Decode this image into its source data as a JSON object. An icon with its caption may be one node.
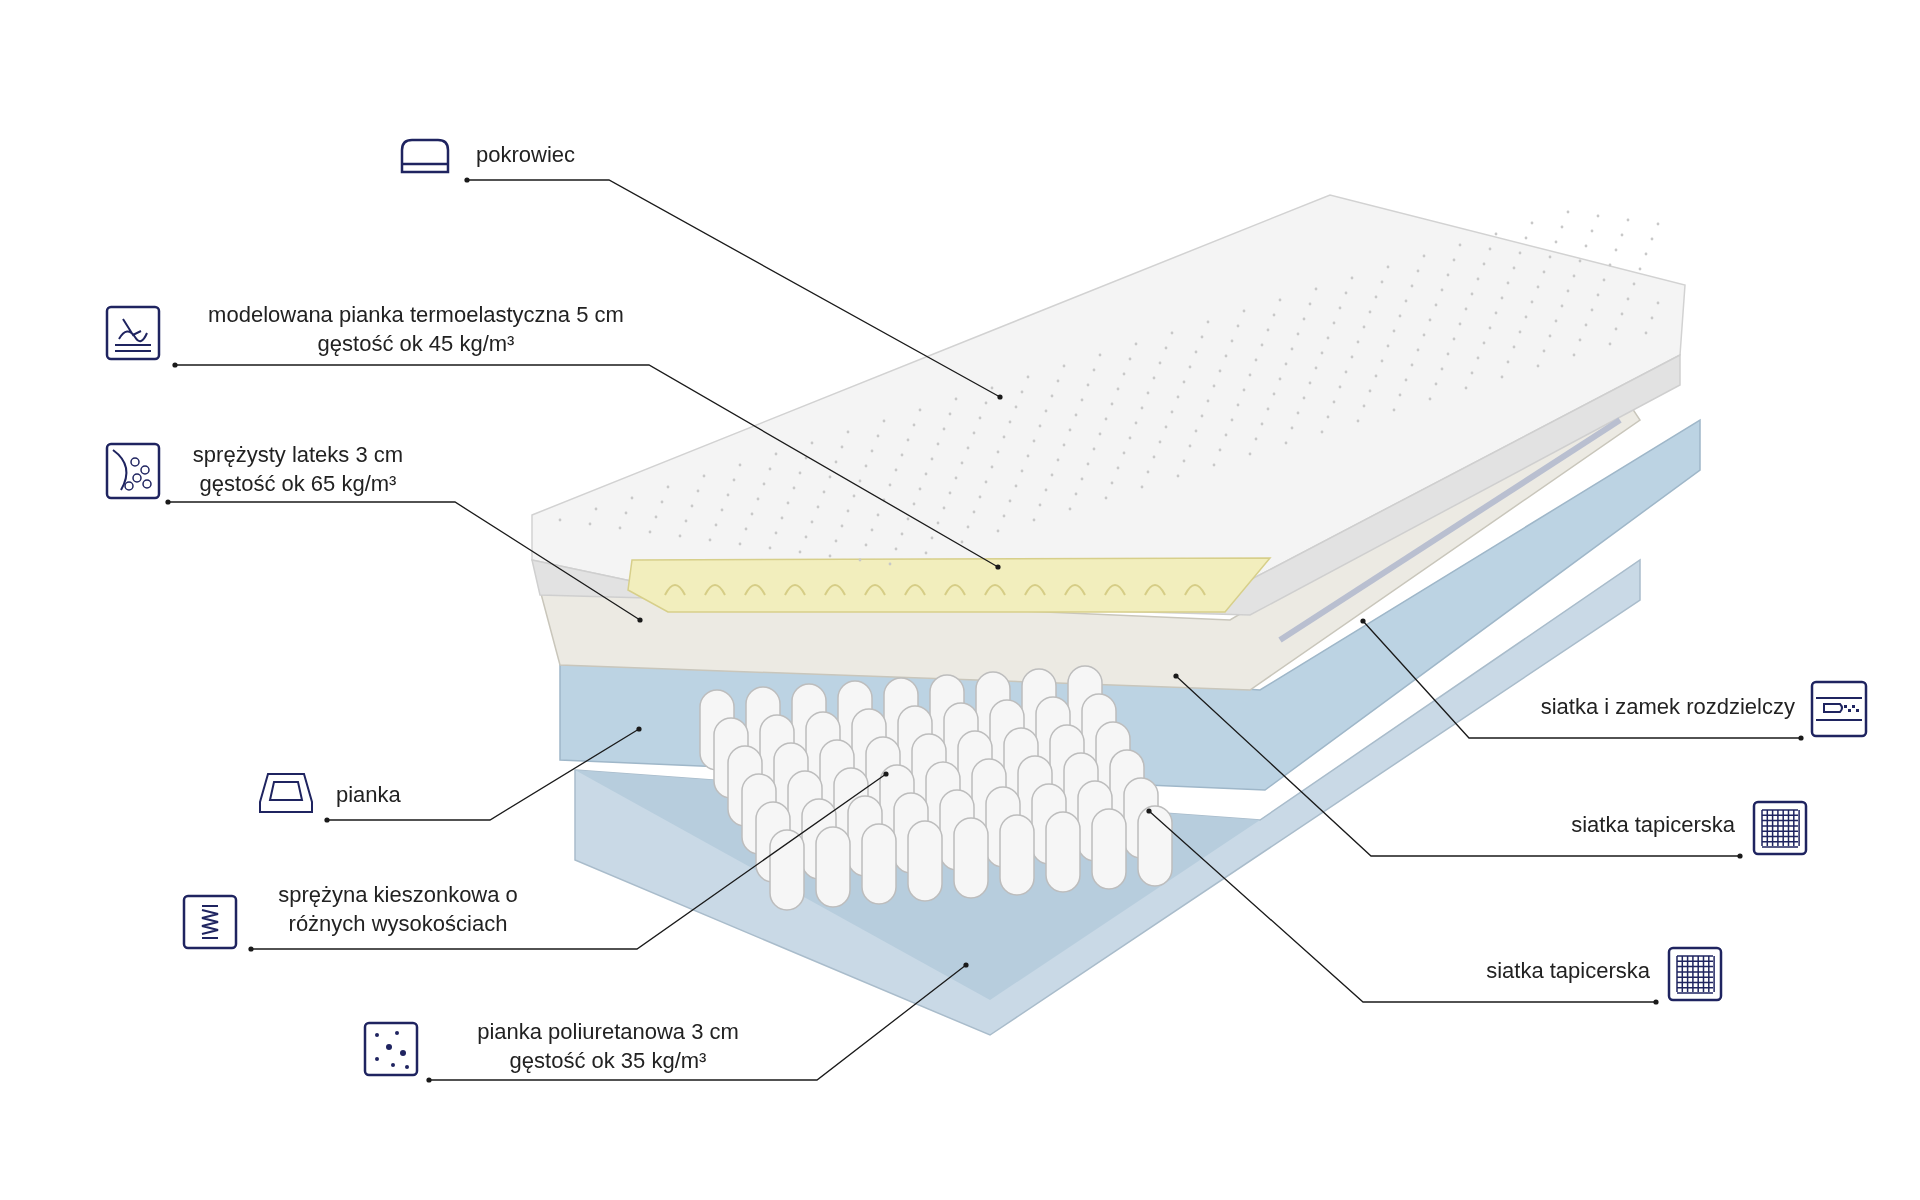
{
  "diagram": {
    "nodes": [
      {
        "text": [
          "pokrowiec"
        ]
      },
      {
        "text": [
          "modelowana pianka termoelastyczna 5 cm",
          "gęstość ok 45 kg/m³"
        ]
      },
      {
        "text": [
          "sprężysty lateks 3 cm",
          "gęstość ok 65 kg/m³"
        ]
      },
      {
        "text": [
          "pianka"
        ]
      },
      {
        "text": [
          "sprężyna kieszonkowa o różnych wysokościach"
        ]
      },
      {
        "text": [
          "pianka poliuretanowa 3 cm",
          "gęstość ok 35 kg/m³"
        ]
      },
      {
        "text": [
          "siatka i zamek rozdzielczy"
        ]
      },
      {
        "text": [
          "siatka tapicerska"
        ]
      },
      {
        "text": [
          "siatka tapicerska"
        ]
      }
    ],
    "edges": [
      {
        "from": 0,
        "to": null,
        "arrow": "other"
      },
      {
        "from": 1,
        "to": null,
        "arrow": "other"
      },
      {
        "from": 2,
        "to": null,
        "arrow": "other"
      },
      {
        "from": 3,
        "to": null,
        "arrow": "other"
      },
      {
        "from": 4,
        "to": null,
        "arrow": "other"
      },
      {
        "from": 5,
        "to": null,
        "arrow": "other"
      },
      {
        "from": 6,
        "to": null,
        "arrow": "other"
      },
      {
        "from": 7,
        "to": null,
        "arrow": "other"
      },
      {
        "from": 8,
        "to": null,
        "arrow": "other"
      }
    ]
  }
}
